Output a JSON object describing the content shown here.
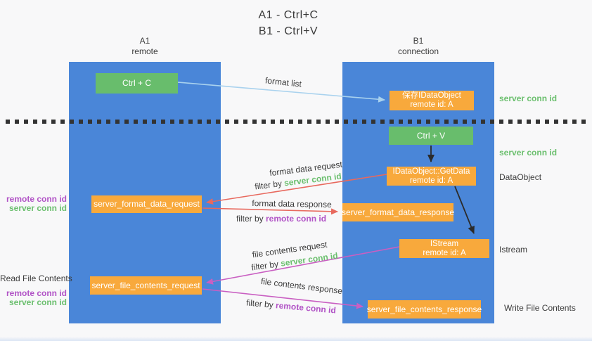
{
  "title": {
    "line1": "A1 - Ctrl+C",
    "line2": "B1 - Ctrl+V"
  },
  "lifelines": {
    "left": {
      "name": "A1",
      "role": "remote"
    },
    "right": {
      "name": "B1",
      "role": "connection"
    }
  },
  "nodes": {
    "ctrl_c": {
      "label": "Ctrl + C"
    },
    "save_dataobject": {
      "line1": "保存IDataObject",
      "line2": "remote id: A"
    },
    "ctrl_v": {
      "label": "Ctrl + V"
    },
    "getdata": {
      "line1": "IDataObject::GetData",
      "line2": "remote id: A"
    },
    "format_request": {
      "label": "server_format_data_request"
    },
    "format_response": {
      "label": "server_format_data_response"
    },
    "istream": {
      "line1": "IStream",
      "line2": "remote id: A"
    },
    "file_request": {
      "label": "server_file_contents_request"
    },
    "file_response": {
      "label": "server_file_contents_response"
    }
  },
  "edge_labels": {
    "format_list": "format list",
    "format_data_request": "format data request",
    "format_data_response": "format data response",
    "file_contents_request": "file contents request",
    "file_contents_response": "file contents response",
    "filter_by": "filter by",
    "server_conn_id": "server conn id",
    "remote_conn_id": "remote conn id"
  },
  "side_labels": {
    "left_remote_conn_id": "remote conn id",
    "left_server_conn_id": "server conn id",
    "read_file_contents": "Read File Contents",
    "left_remote_conn_id_2": "remote conn id",
    "left_server_conn_id_2": "server conn id",
    "right_server_conn_id_top": "server conn id",
    "right_server_conn_id_mid": "server conn id",
    "dataobject": "DataObject",
    "istream": "Istream",
    "write_file_contents": "Write File Contents"
  },
  "colors": {
    "lifeline_blue": "#4a86d8",
    "box_green": "#68bd6c",
    "box_orange": "#f8a93c",
    "green_text": "#6bbf6e",
    "purple_text": "#b153c6",
    "red_arrow": "#e8695e",
    "magenta_arrow": "#c95fc2",
    "blue_arrow": "#a9d2ee",
    "black_arrow": "#2b2b2b"
  }
}
